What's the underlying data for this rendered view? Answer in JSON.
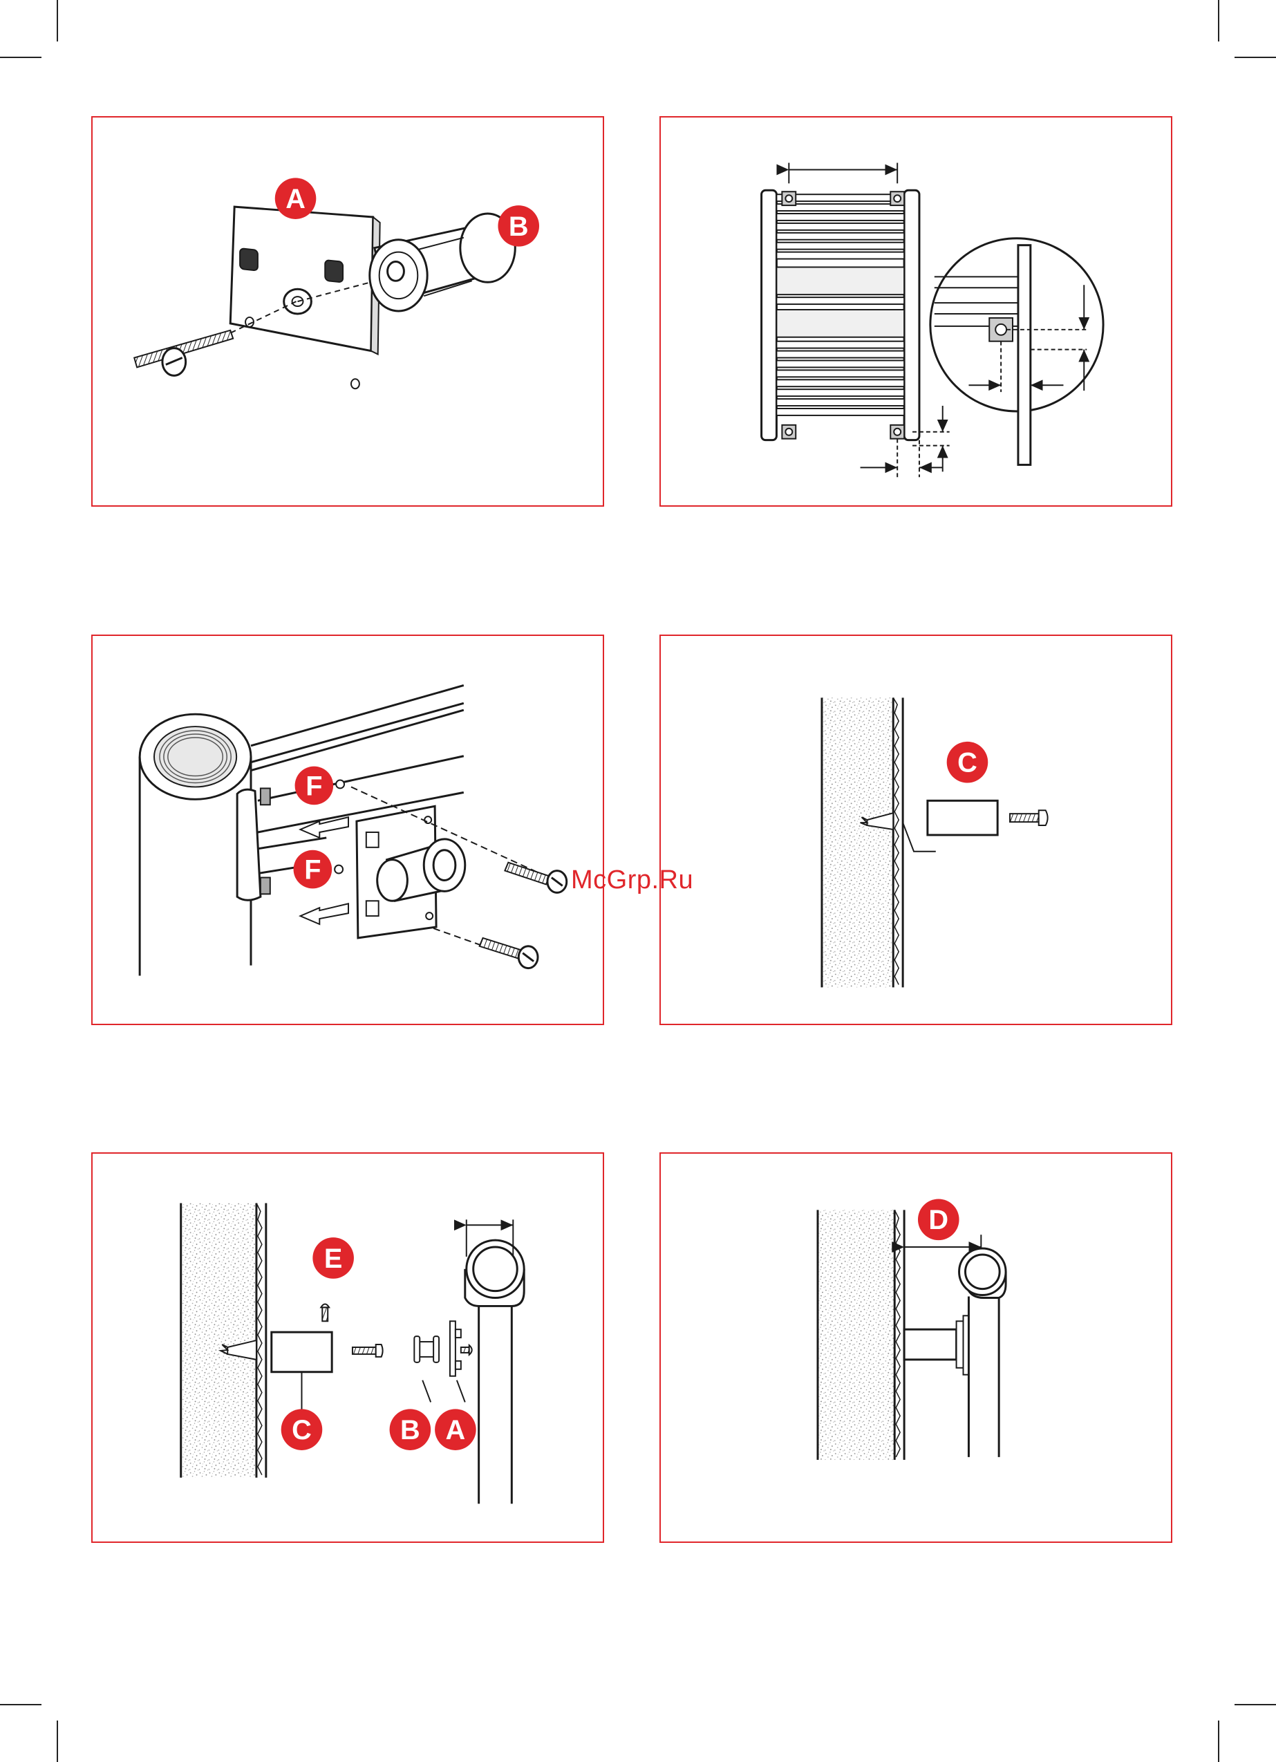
{
  "colors": {
    "frame": "#e0262b",
    "badge": "#e0262b",
    "badge_text": "#ffffff",
    "line": "#1a1a1a"
  },
  "badges": {
    "p1_a": "A",
    "p1_b": "B",
    "p3_f1": "F",
    "p3_f2": "F",
    "p4_c": "C",
    "p5_e": "E",
    "p5_c": "C",
    "p5_b": "B",
    "p5_a": "A",
    "p6_d": "D"
  },
  "watermark": "McGrp.Ru"
}
